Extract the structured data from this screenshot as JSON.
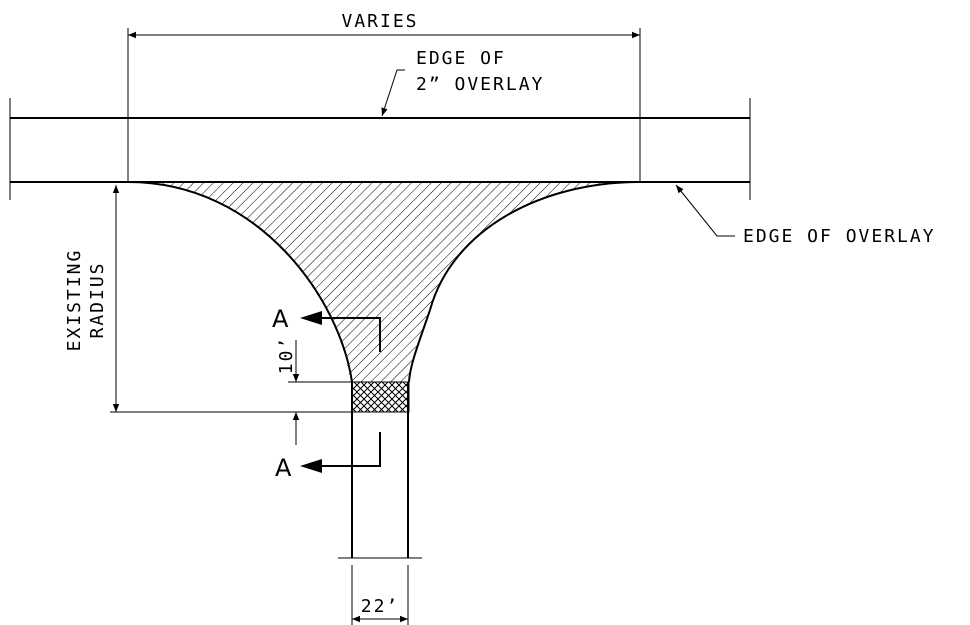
{
  "labels": {
    "varies": "VARIES",
    "edge_2in_line1": "EDGE OF",
    "edge_2in_line2": "2” OVERLAY",
    "edge_overlay": "EDGE OF OVERLAY",
    "existing": "EXISTING",
    "radius": "RADIUS",
    "dim_10ft": "10’",
    "dim_22ft": "22’",
    "section_top": "A",
    "section_bottom": "A"
  },
  "colors": {
    "line": "#000000",
    "background": "#ffffff"
  }
}
